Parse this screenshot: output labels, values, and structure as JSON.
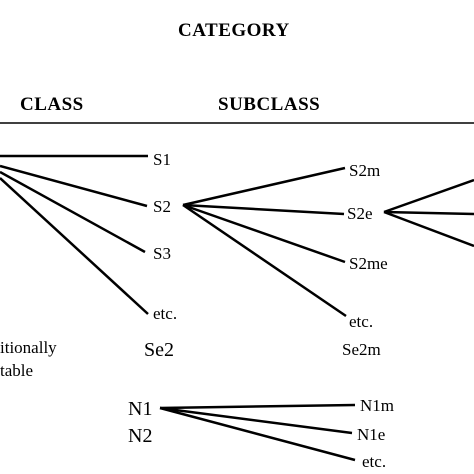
{
  "header": {
    "category": "CATEGORY",
    "class": "CLASS",
    "subclass": "SUBCLASS"
  },
  "class_col": {
    "s1": "S1",
    "s2": "S2",
    "s3": "S3",
    "etc": "etc.",
    "se2": "Se2",
    "n1": "N1",
    "n2": "N2"
  },
  "subclass_col": {
    "s2m": "S2m",
    "s2e": "S2e",
    "s2me": "S2me",
    "etc": "etc.",
    "se2m": "Se2m",
    "n1m": "N1m",
    "n1e": "N1e",
    "n1etc": "etc."
  },
  "left_cut": {
    "line1": "itionally",
    "line2": "table"
  }
}
